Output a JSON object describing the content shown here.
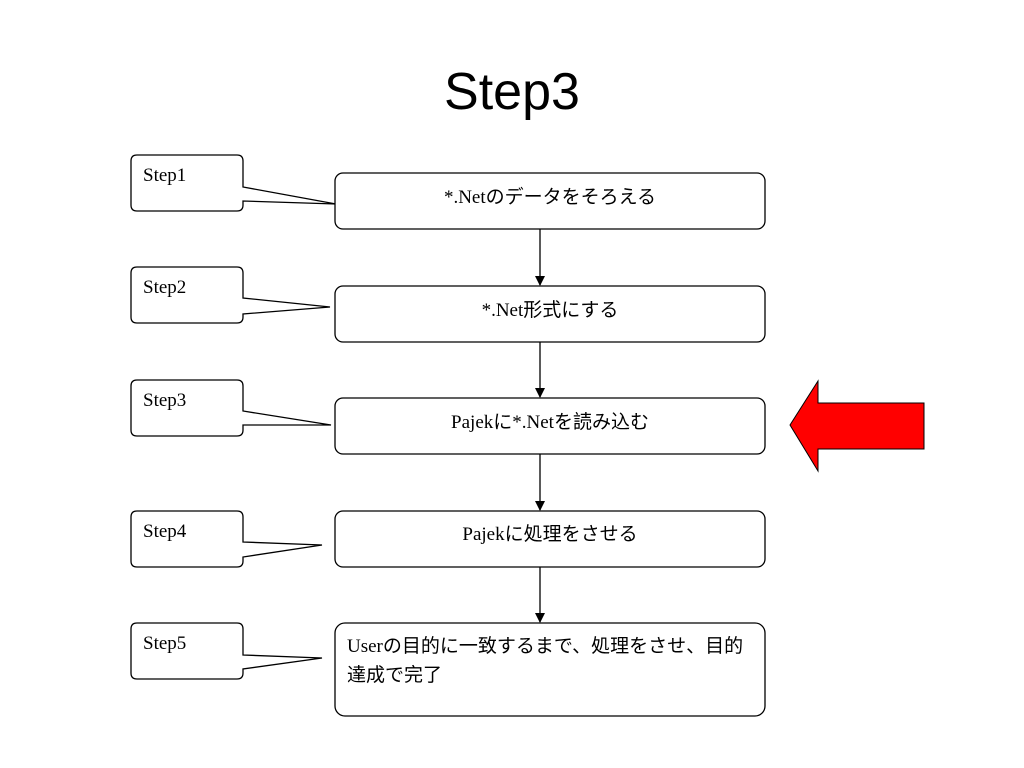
{
  "slide": {
    "title": "Step3"
  },
  "steps": [
    {
      "step": "Step1",
      "text": "*.Netのデータをそろえる"
    },
    {
      "step": "Step2",
      "text": "*.Net形式にする"
    },
    {
      "step": "Step3",
      "text": "Pajekに*.Netを読み込む"
    },
    {
      "step": "Step4",
      "text": "Pajekに処理をさせる"
    },
    {
      "step": "Step5",
      "text": "Userの目的に一致するまで、処理をさせ、目的達成で完了"
    }
  ],
  "current_step_indicator": {
    "points_to": "Step3",
    "color": "#ff0000"
  }
}
